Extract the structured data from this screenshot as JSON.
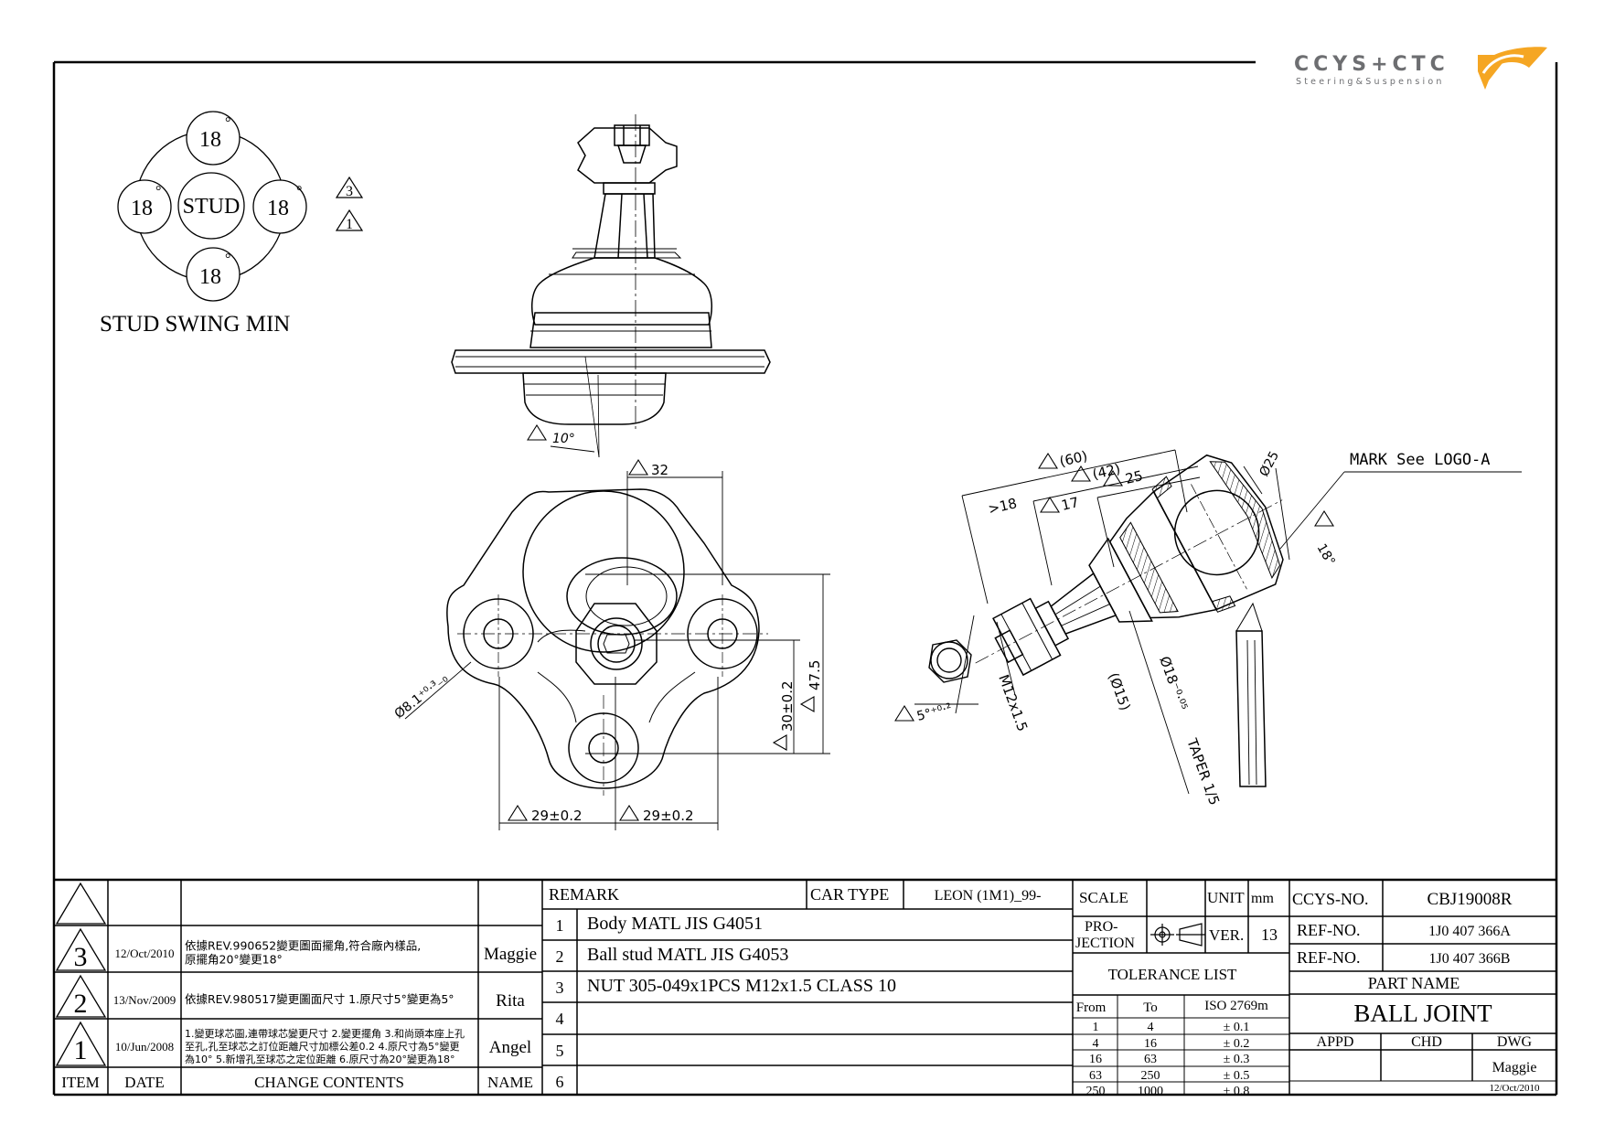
{
  "logo": {
    "brand": "CCYS+CTC",
    "tagline": "Steering&Suspension",
    "accent": "#f5a623",
    "brand_color": "#6d6e71"
  },
  "swing": {
    "top": "18",
    "left": "18",
    "right": "18",
    "bottom": "18",
    "center": "STUD",
    "title": "STUD SWING MIN",
    "deg": "°"
  },
  "rev_marks": [
    "3",
    "1"
  ],
  "dims": {
    "angle_side": "10°",
    "d32": "32",
    "d47_5": "47.5",
    "d30": "30±0.2",
    "d29a": "29±0.2",
    "d29b": "29±0.2",
    "hole": "Ø8.1⁺⁰·³₋₀",
    "d60": "(60)",
    "d42": "(42)",
    "d25": "25",
    "d18": ">18",
    "d17": "17",
    "phi25": "Ø25",
    "mark": "MARK See LOGO-A",
    "ang18": "18°",
    "ang5": "5°⁺⁰·²",
    "m12": "M12x1.5",
    "phi15": "(Ø15)",
    "phi18": "Ø18⁻⁰·⁰⁵",
    "taper": "TAPER 1/5"
  },
  "revisions": {
    "rows": [
      {
        "rev": "",
        "date": "",
        "change": "",
        "name": ""
      },
      {
        "rev": "3",
        "date": "12/Oct/2010",
        "change": [
          "依據REV.990652變更圖面擺角,符合廠內樣品,",
          "原擺角20°變更18°"
        ],
        "name": "Maggie"
      },
      {
        "rev": "2",
        "date": "13/Nov/2009",
        "change": [
          "依據REV.980517變更圖面尺寸 1.原尺寸5°變更為5°"
        ],
        "name": "Rita"
      },
      {
        "rev": "1",
        "date": "10/Jun/2008",
        "change": [
          "1.變更球芯圖,連帶球芯變更尺寸 2.變更擺角 3.和尚頭本座上孔",
          "至孔,孔至球芯之訂位距離尺寸加標公差0.2 4.原尺寸為5°變更",
          "為10° 5.新增孔至球芯之定位距離 6.原尺寸為20°變更為18°"
        ],
        "name": "Angel"
      }
    ],
    "headers": {
      "item": "ITEM",
      "date": "DATE",
      "change": "CHANGE CONTENTS",
      "name": "NAME"
    }
  },
  "remark": {
    "header": "REMARK",
    "car_type_label": "CAR TYPE",
    "car_type": "LEON (1M1)_99-",
    "items": [
      {
        "no": "1",
        "text": "Body MATL JIS G4051"
      },
      {
        "no": "2",
        "text": "Ball stud MATL JIS G4053"
      },
      {
        "no": "3",
        "text": "NUT 305-049x1PCS M12x1.5 CLASS 10"
      },
      {
        "no": "4",
        "text": ""
      },
      {
        "no": "5",
        "text": ""
      },
      {
        "no": "6",
        "text": ""
      }
    ]
  },
  "info": {
    "scale_label": "SCALE",
    "unit_label": "UNIT",
    "unit": "mm",
    "projection_label1": "PRO-",
    "projection_label2": "JECTION",
    "ver_label": "VER.",
    "ver": "13",
    "tolerance_title": "TOLERANCE LIST",
    "tol_headers": [
      "From",
      "To",
      "ISO 2769m"
    ],
    "tolerances": [
      {
        "from": "1",
        "to": "4",
        "tol": "± 0.1"
      },
      {
        "from": "4",
        "to": "16",
        "tol": "± 0.2"
      },
      {
        "from": "16",
        "to": "63",
        "tol": "± 0.3"
      },
      {
        "from": "63",
        "to": "250",
        "tol": "± 0.5"
      },
      {
        "from": "250",
        "to": "1000",
        "tol": "± 0.8"
      }
    ]
  },
  "title": {
    "ccys_label": "CCYS-NO.",
    "ccys_no": "CBJ19008R",
    "ref_label1": "REF-NO.",
    "ref_no1": "1J0 407 366A",
    "ref_label2": "REF-NO.",
    "ref_no2": "1J0 407 366B",
    "part_name_label": "PART NAME",
    "part_name": "BALL JOINT",
    "appd": "APPD",
    "chd": "CHD",
    "dwg": "DWG",
    "drawer": "Maggie",
    "draw_date": "12/Oct/2010"
  }
}
